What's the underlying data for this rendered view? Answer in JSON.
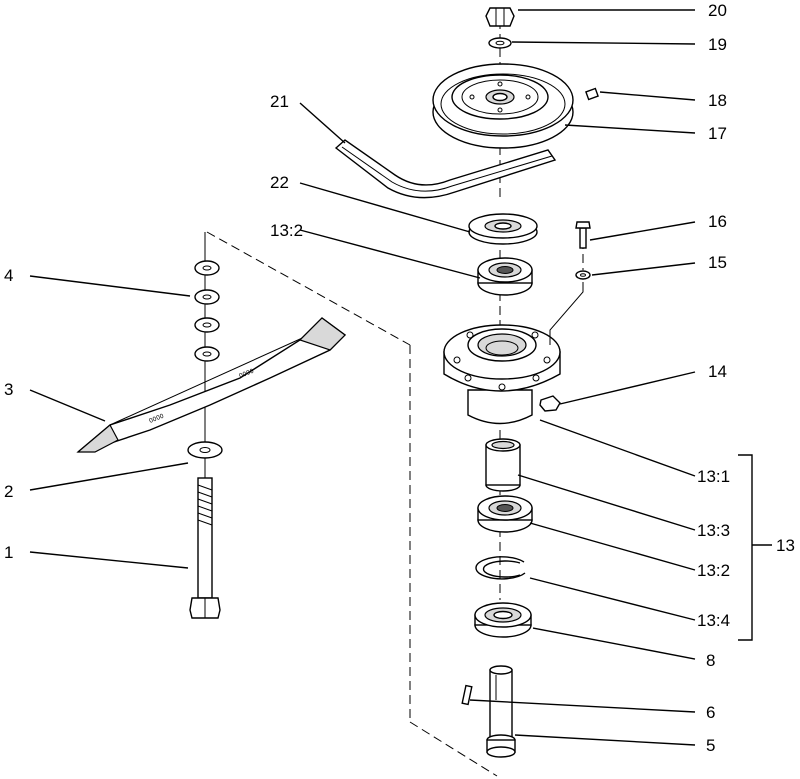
{
  "diagram": {
    "callouts": [
      {
        "id": "c1",
        "text": "1"
      },
      {
        "id": "c2",
        "text": "2"
      },
      {
        "id": "c3",
        "text": "3"
      },
      {
        "id": "c4",
        "text": "4"
      },
      {
        "id": "c5",
        "text": "5"
      },
      {
        "id": "c6",
        "text": "6"
      },
      {
        "id": "c8",
        "text": "8"
      },
      {
        "id": "c13",
        "text": "13"
      },
      {
        "id": "c13_1",
        "text": "13:1"
      },
      {
        "id": "c13_2a",
        "text": "13:2"
      },
      {
        "id": "c13_2b",
        "text": "13:2"
      },
      {
        "id": "c13_3",
        "text": "13:3"
      },
      {
        "id": "c13_4",
        "text": "13:4"
      },
      {
        "id": "c14",
        "text": "14"
      },
      {
        "id": "c15",
        "text": "15"
      },
      {
        "id": "c16",
        "text": "16"
      },
      {
        "id": "c17",
        "text": "17"
      },
      {
        "id": "c18",
        "text": "18"
      },
      {
        "id": "c19",
        "text": "19"
      },
      {
        "id": "c20",
        "text": "20"
      },
      {
        "id": "c21",
        "text": "21"
      },
      {
        "id": "c22",
        "text": "22"
      }
    ]
  }
}
